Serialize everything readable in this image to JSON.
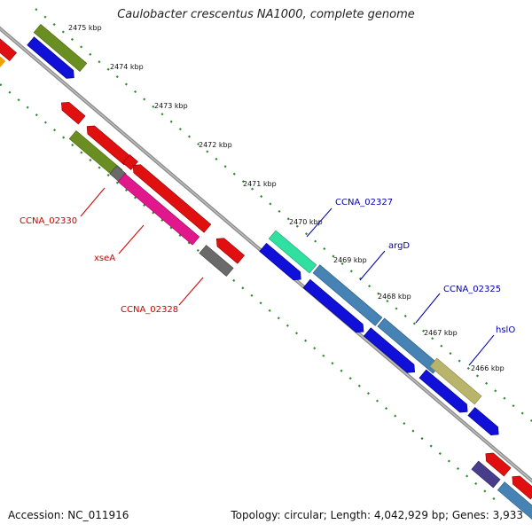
{
  "title": "Caulobacter crescentus NA1000, complete genome",
  "accession": "Accession: NC_011916",
  "summary": "Topology: circular; Length: 4,042,929 bp; Genes: 3,933",
  "ticks": [
    "2475 kbp",
    "2474 kbp",
    "2473 kbp",
    "2472 kbp",
    "2471 kbp",
    "2470 kbp",
    "2469 kbp",
    "2468 kbp",
    "2467 kbp",
    "2466 kbp"
  ],
  "labels": {
    "ccna02330": "CCNA_02330",
    "xsea": "xseA",
    "ccna02328": "CCNA_02328",
    "ccna02327": "CCNA_02327",
    "argd": "argD",
    "ccna02325": "CCNA_02325",
    "hslo": "hslO"
  },
  "colors": {
    "backbone": "#8a8a8a",
    "tick": "#2e8b2e",
    "red": "#e01010",
    "blue": "#1010d8",
    "olive": "#6b8e23",
    "magenta": "#e0188c",
    "gray": "#6a6a6a",
    "teal": "#30e0a0",
    "steel": "#4682b4",
    "khaki": "#b8b46c",
    "purple": "#483d8b",
    "orange": "#f0a000",
    "label_red": "#cc0000",
    "label_blue": "#0000aa"
  }
}
